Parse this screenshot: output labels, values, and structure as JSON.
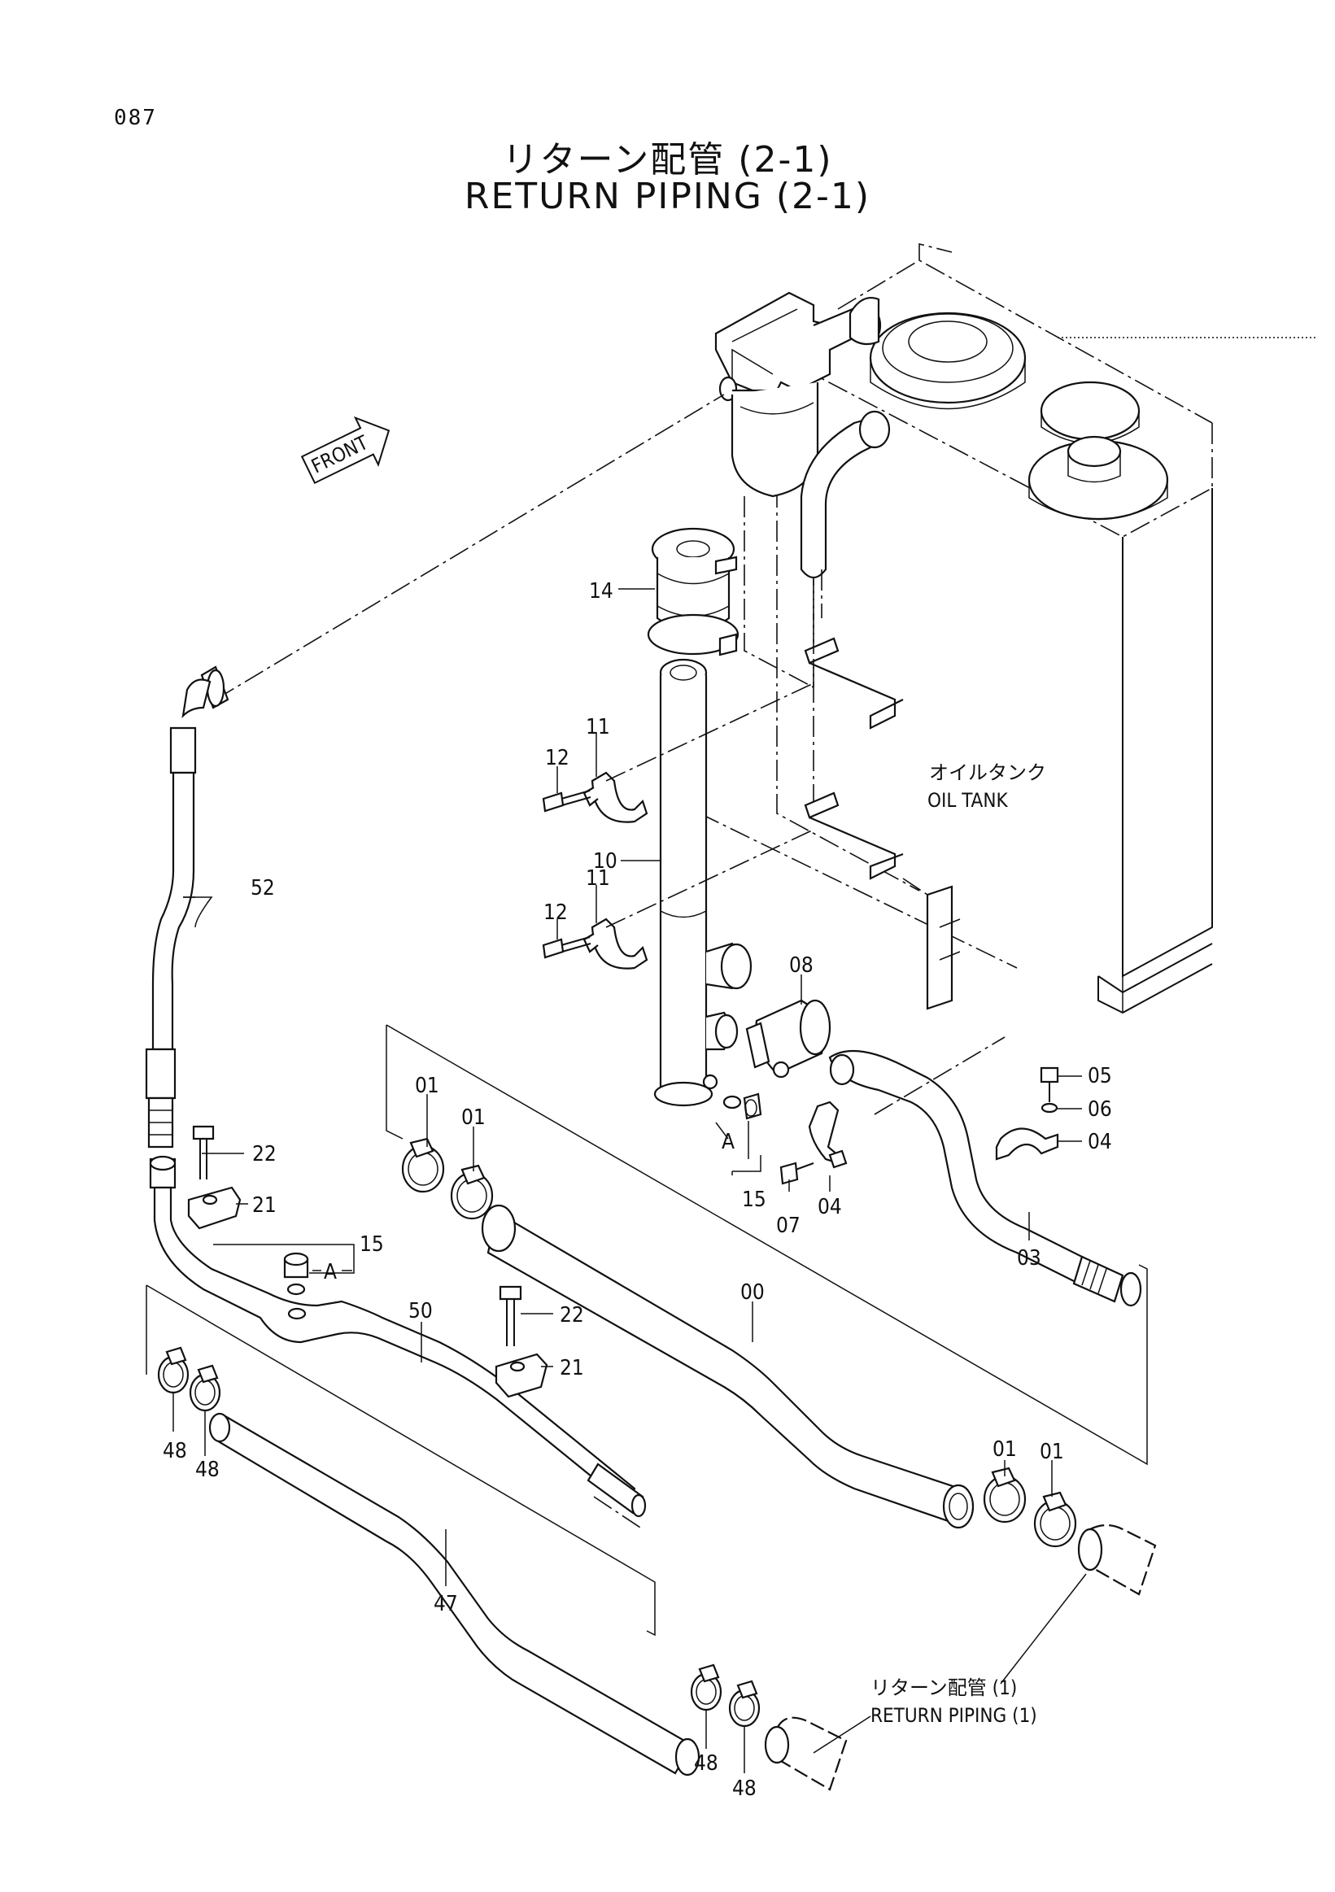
{
  "page_number": "087",
  "title_ja": "リターン配管 (2-1)",
  "title_en": "RETURN PIPING (2-1)",
  "front_label": "FRONT",
  "oil_tank": {
    "ja": "オイルタンク",
    "en": "OIL TANK"
  },
  "ref_return": {
    "ja": "リターン配管 (1)",
    "en": "RETURN PIPING (1)"
  },
  "ref_letter": "A",
  "callouts": {
    "c00": "00",
    "c01": "01",
    "c03": "03",
    "c04": "04",
    "c05": "05",
    "c06": "06",
    "c07": "07",
    "c08": "08",
    "c10": "10",
    "c11": "11",
    "c12": "12",
    "c14": "14",
    "c15": "15",
    "c21": "21",
    "c22": "22",
    "c47": "47",
    "c48": "48",
    "c50": "50",
    "c52": "52"
  }
}
